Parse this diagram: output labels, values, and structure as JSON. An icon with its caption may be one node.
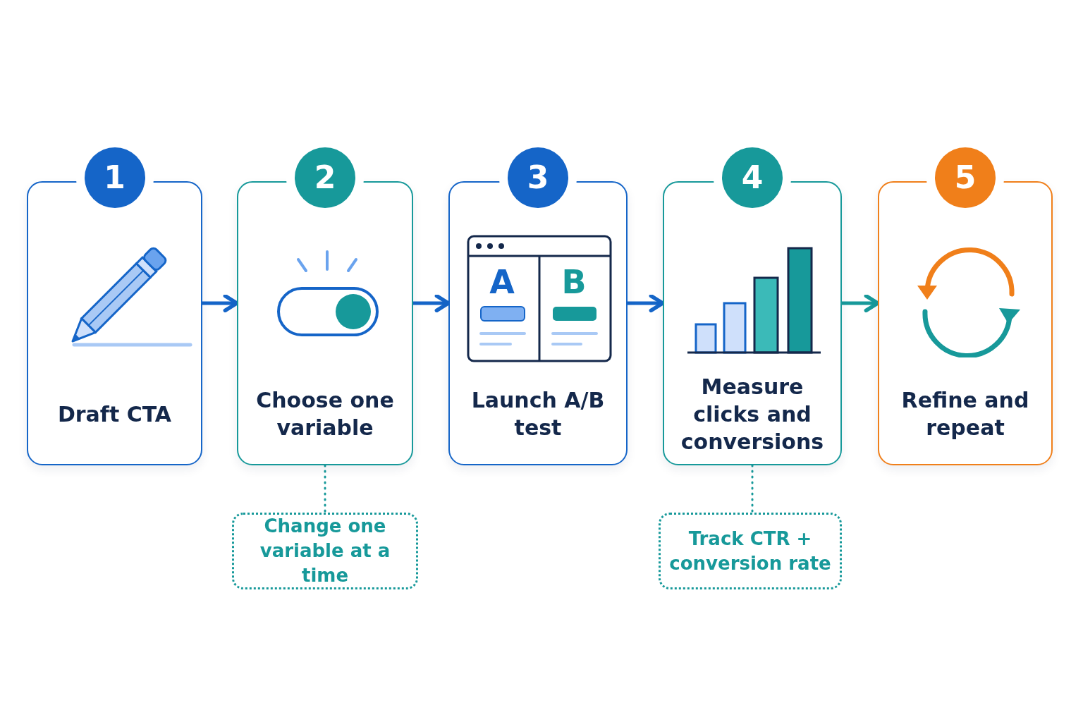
{
  "diagram": {
    "nodes": [
      {
        "text": [
          "1",
          "Draft CTA"
        ]
      },
      {
        "text": [
          "2",
          "Choose one variable"
        ]
      },
      {
        "text": [
          "3",
          "Launch A/B test"
        ]
      },
      {
        "text": [
          "4",
          "Measure clicks and conversions"
        ]
      },
      {
        "text": [
          "5",
          "Refine and repeat"
        ]
      },
      {
        "text": [
          "Change one variable at a time"
        ]
      },
      {
        "text": [
          "Track CTR + conversion rate"
        ]
      }
    ],
    "edges": [
      {
        "from": 0,
        "to": 1,
        "arrow": "to"
      },
      {
        "from": 1,
        "to": 2,
        "arrow": "to"
      },
      {
        "from": 2,
        "to": 3,
        "arrow": "to"
      },
      {
        "from": 3,
        "to": 4,
        "arrow": "to",
        "color": "#17999a"
      },
      {
        "from": 1,
        "to": 5,
        "arrow": "none",
        "style": "dashed",
        "color": "#17999a"
      },
      {
        "from": 3,
        "to": 6,
        "arrow": "none",
        "style": "dashed",
        "color": "#17999a"
      }
    ],
    "labels": [
      "A",
      "B"
    ]
  }
}
